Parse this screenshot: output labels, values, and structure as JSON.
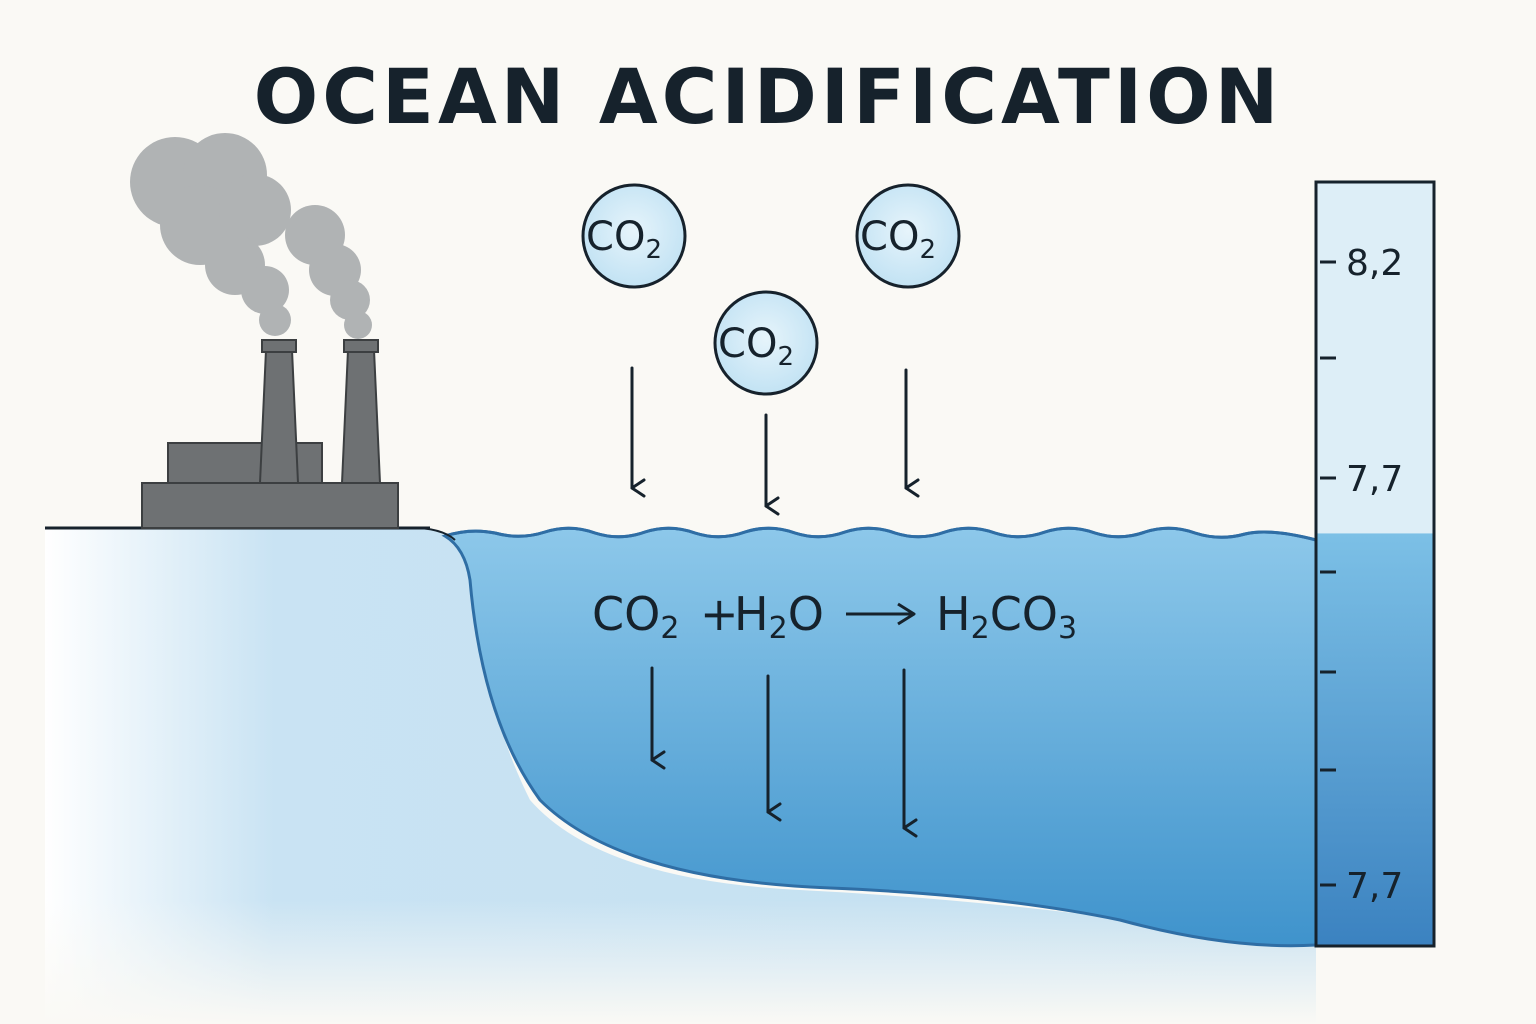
{
  "title": "OCEAN ACIDIFICATION",
  "molecule_labels": [
    {
      "base": "CO",
      "sub": "2"
    },
    {
      "base": "CO",
      "sub": "2"
    },
    {
      "base": "CO",
      "sub": "2"
    }
  ],
  "equation": {
    "reactant1": {
      "base": "CO",
      "sub": "2"
    },
    "plus": "+",
    "reactant2": {
      "pre": "H",
      "sub": "2",
      "post": "O"
    },
    "product": {
      "pre": "H",
      "sub": "2",
      "mid": "CO",
      "sub2": "3"
    }
  },
  "ph_scale": {
    "labels": [
      "8,2",
      "7,7",
      "7,7"
    ],
    "level": 0.54
  },
  "colors": {
    "ocean_light": "#9fd0ec",
    "ocean_dark": "#3d8fc9",
    "smoke": "#a9acae",
    "factory": "#6e7173",
    "ink": "#16222c"
  }
}
